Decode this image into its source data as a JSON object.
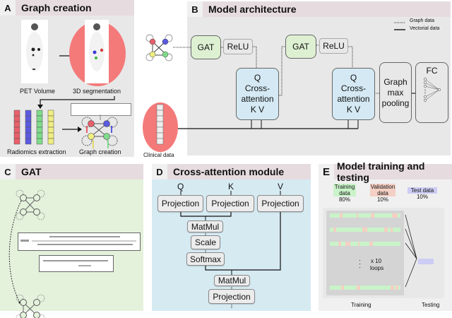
{
  "panels": {
    "a": {
      "letter": "A",
      "title": "Graph creation",
      "pet_volume_label": "PET Volume",
      "segmentation_label": "3D segmentation",
      "radiomics_label": "Radiomics extraction",
      "graph_creation_label": "Graph creation",
      "feature_colors": [
        "#e8606a",
        "#5a5ae0",
        "#7edb8a",
        "#f0ee80"
      ]
    },
    "b": {
      "letter": "B",
      "title": "Model architecture",
      "legend": {
        "graph_data": "Graph data",
        "vectorial_data": "Vectorial data"
      },
      "gat_label": "GAT",
      "relu_label": "ReLU",
      "q_label": "Q",
      "cross_attention_line1": "Cross-",
      "cross_attention_line2": "attention",
      "k_label": "K",
      "v_label": "V",
      "pooling_line1": "Graph",
      "pooling_line2": "max",
      "pooling_line3": "pooling",
      "fc_label": "FC",
      "clinical_data_label": "Clinical data"
    },
    "c": {
      "letter": "C",
      "title": "GAT"
    },
    "d": {
      "letter": "D",
      "title": "Cross-attention module",
      "q_label": "Q",
      "k_label": "K",
      "v_label": "V",
      "projection_label": "Projection",
      "matmul_label": "MatMul",
      "scale_label": "Scale",
      "softmax_label": "Softmax"
    },
    "e": {
      "letter": "E",
      "title": "Model training and testing",
      "training_data_line1": "Training",
      "training_data_line2": "data",
      "training_pct": "80%",
      "validation_data_line1": "Validation",
      "validation_data_line2": "data",
      "validation_pct": "10%",
      "test_data_label": "Test data",
      "test_pct": "10%",
      "loops_line1": "x 10",
      "loops_line2": "loops",
      "training_label": "Training",
      "testing_label": "Testing"
    }
  },
  "colors": {
    "header_bg": "#e6dcdf",
    "panel_gray": "#e8e8e8",
    "panel_green": "#e4f2dc",
    "panel_blue": "#d6eaf2",
    "gat_green": "#def0d2",
    "cross_attention_blue": "#d4e9f4",
    "clinical_red": "#f47a7a",
    "training_green": "#c9f3c9",
    "validation_pink": "#f4cfc4",
    "test_lavender": "#ccccf4"
  }
}
